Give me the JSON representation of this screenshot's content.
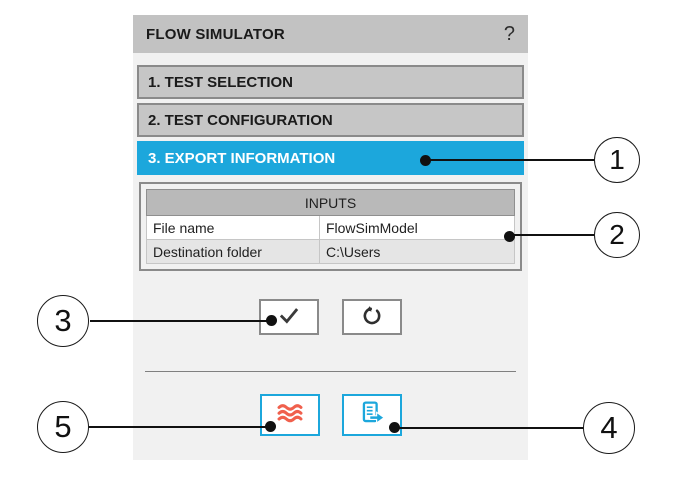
{
  "panel": {
    "title": "FLOW SIMULATOR",
    "help_icon": "?",
    "sections": [
      {
        "label": "1. TEST SELECTION",
        "state": "inactive"
      },
      {
        "label": "2. TEST CONFIGURATION",
        "state": "inactive"
      },
      {
        "label": "3. EXPORT INFORMATION",
        "state": "active"
      }
    ],
    "inputs_table": {
      "title": "INPUTS",
      "rows": [
        {
          "label": "File name",
          "value": "FlowSimModel"
        },
        {
          "label": "Destination folder",
          "value": "C:\\Users"
        }
      ]
    },
    "action_buttons": [
      {
        "name": "confirm",
        "icon": "check-icon"
      },
      {
        "name": "reset",
        "icon": "reset-icon"
      }
    ],
    "tool_buttons": [
      {
        "name": "flow-waves",
        "icon": "wave-icon"
      },
      {
        "name": "export-model",
        "icon": "export-icon"
      }
    ]
  },
  "callouts": [
    {
      "number": "1"
    },
    {
      "number": "2"
    },
    {
      "number": "3"
    },
    {
      "number": "4"
    },
    {
      "number": "5"
    }
  ],
  "colors": {
    "accent_blue": "#1CA7DC",
    "wave_red": "#F0604D",
    "titlebar_gray": "#C2C2C2",
    "section_gray": "#C6C6C6",
    "border_gray": "#8A8A8A",
    "table_header_gray": "#B9B9B9",
    "row_alt_gray": "#E5E5E5",
    "panel_bg": "#F1F1F1",
    "callout_black": "#111111"
  }
}
